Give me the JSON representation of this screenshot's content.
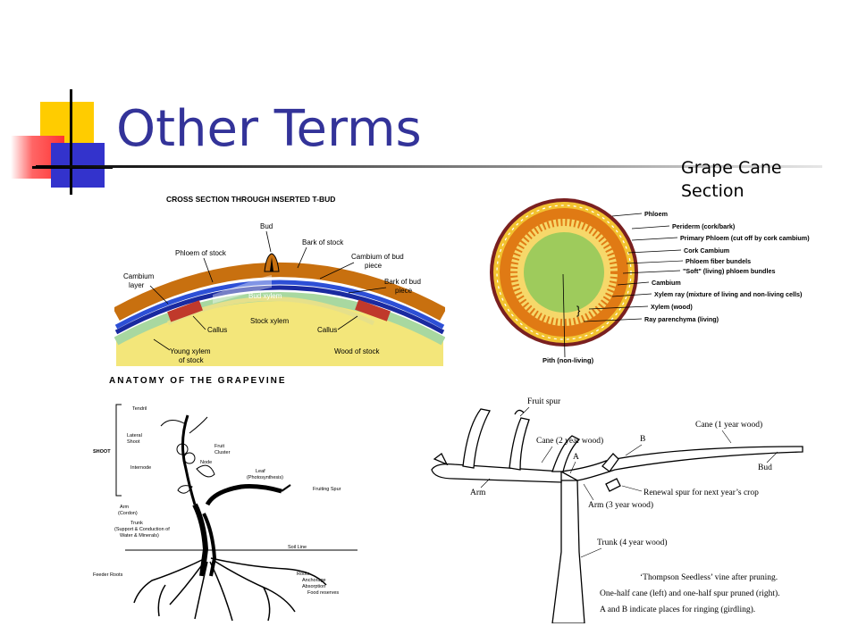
{
  "slide": {
    "title": "Other Terms",
    "caption_line1": "Grape Cane",
    "caption_line2": "Section"
  },
  "tbud": {
    "heading": "CROSS SECTION THROUGH INSERTED T-BUD",
    "labels": {
      "bud": "Bud",
      "bark_of_stock": "Bark of stock",
      "phloem_of_stock": "Phloem of stock",
      "cambium_of_bud_1": "Cambium of bud",
      "cambium_of_bud_2": "piece",
      "cambium_layer_1": "Cambium",
      "cambium_layer_2": "layer",
      "bark_of_bud_1": "Bark of bud",
      "bark_of_bud_2": "piece",
      "bud_xylem": "Bud xylem",
      "stock_xylem": "Stock xylem",
      "callus_left": "Callus",
      "callus_right": "Callus",
      "young_xylem_1": "Young xylem",
      "young_xylem_2": "of stock",
      "wood_of_stock": "Wood of stock"
    }
  },
  "cane": {
    "labels": [
      "Phloem",
      "Periderm (cork/bark)",
      "Primary Phloem (cut off by cork cambium)",
      "Cork Cambium",
      "Phloem fiber bundels",
      "\"Soft\" (living) phloem bundles",
      "Cambium",
      "Xylem ray (mixture of living and non-living cells)",
      "Xylem (wood)",
      "Ray parenchyma (living)"
    ],
    "pith": "Pith (non-living)"
  },
  "anatomy": {
    "heading": "ANATOMY OF THE GRAPEVINE",
    "labels": {
      "tendril": "Tendril",
      "lateral_shoot_1": "Lateral",
      "lateral_shoot_2": "Shoot",
      "shoot": "SHOOT",
      "fruit_cluster_1": "Fruit",
      "fruit_cluster_2": "Cluster",
      "node": "Node",
      "internode": "Internode",
      "leaf_1": "Leaf",
      "leaf_2": "(Photosynthesis)",
      "fruiting_spur": "Fruiting Spur",
      "arm_1": "Arm",
      "arm_2": "(Cordon)",
      "trunk_1": "Trunk",
      "trunk_2": "(Support & Conduction of",
      "trunk_3": "Water & Minerals)",
      "soil_line": "Soil Line",
      "feeder_roots": "Feeder Roots",
      "roots_1": "Roots",
      "roots_2": "Anchorage",
      "roots_3": "Absorption",
      "roots_4": "Food reserves"
    }
  },
  "pruning": {
    "labels": {
      "fruit_spur": "Fruit spur",
      "cane_1yr": "Cane (1 year wood)",
      "b": "B",
      "cane_2yr": "Cane (2 year wood)",
      "a": "A",
      "bud": "Bud",
      "arm": "Arm",
      "renewal_spur": "Renewal spur for next year’s crop",
      "arm_3yr": "Arm (3 year wood)",
      "trunk_4yr": "Trunk (4 year wood)"
    },
    "caption_line1": "‘Thompson Seedless’ vine after pruning.",
    "caption_line2": "One-half cane (left) and one-half spur pruned (right).",
    "caption_line3": "A and B indicate places for ringing (girdling)."
  }
}
